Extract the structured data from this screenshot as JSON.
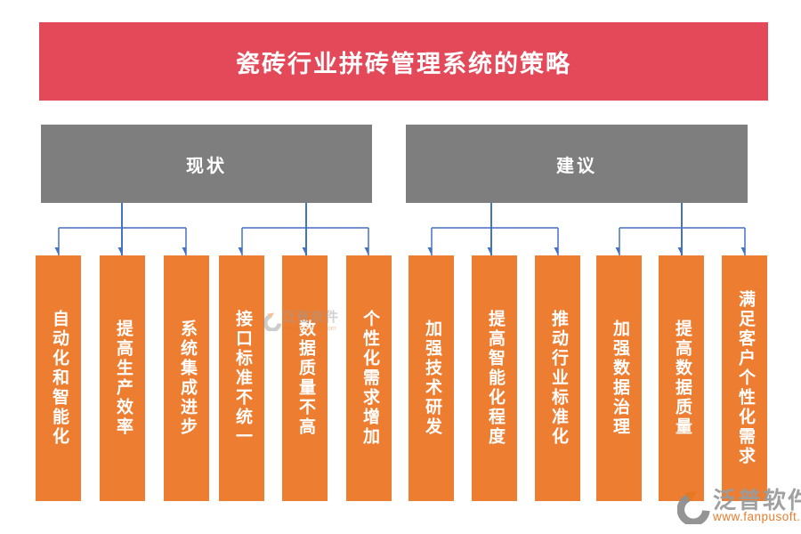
{
  "title": "瓷砖行业拼砖管理系统的策略",
  "groups": [
    {
      "label": "现状",
      "items": [
        "自动化和智能化",
        "提高生产效率",
        "系统集成进步",
        "接口标准不统一",
        "数据质量不高",
        "个性化需求增加"
      ]
    },
    {
      "label": "建议",
      "items": [
        "加强技术研发",
        "提高智能化程度",
        "推动行业标准化",
        "加强数据治理",
        "提高数据质量",
        "满足客户个性化需求"
      ]
    }
  ],
  "watermark": {
    "brand": "泛普软件",
    "url": "www.fanpusoft.com"
  },
  "colors": {
    "title_bg": "#e4495a",
    "group_bg": "#7e7e7e",
    "pillar_bg": "#ed7d31",
    "connector": "#4472c4",
    "watermark_orange": "#e87722",
    "watermark_gray": "#9b9b9b"
  }
}
